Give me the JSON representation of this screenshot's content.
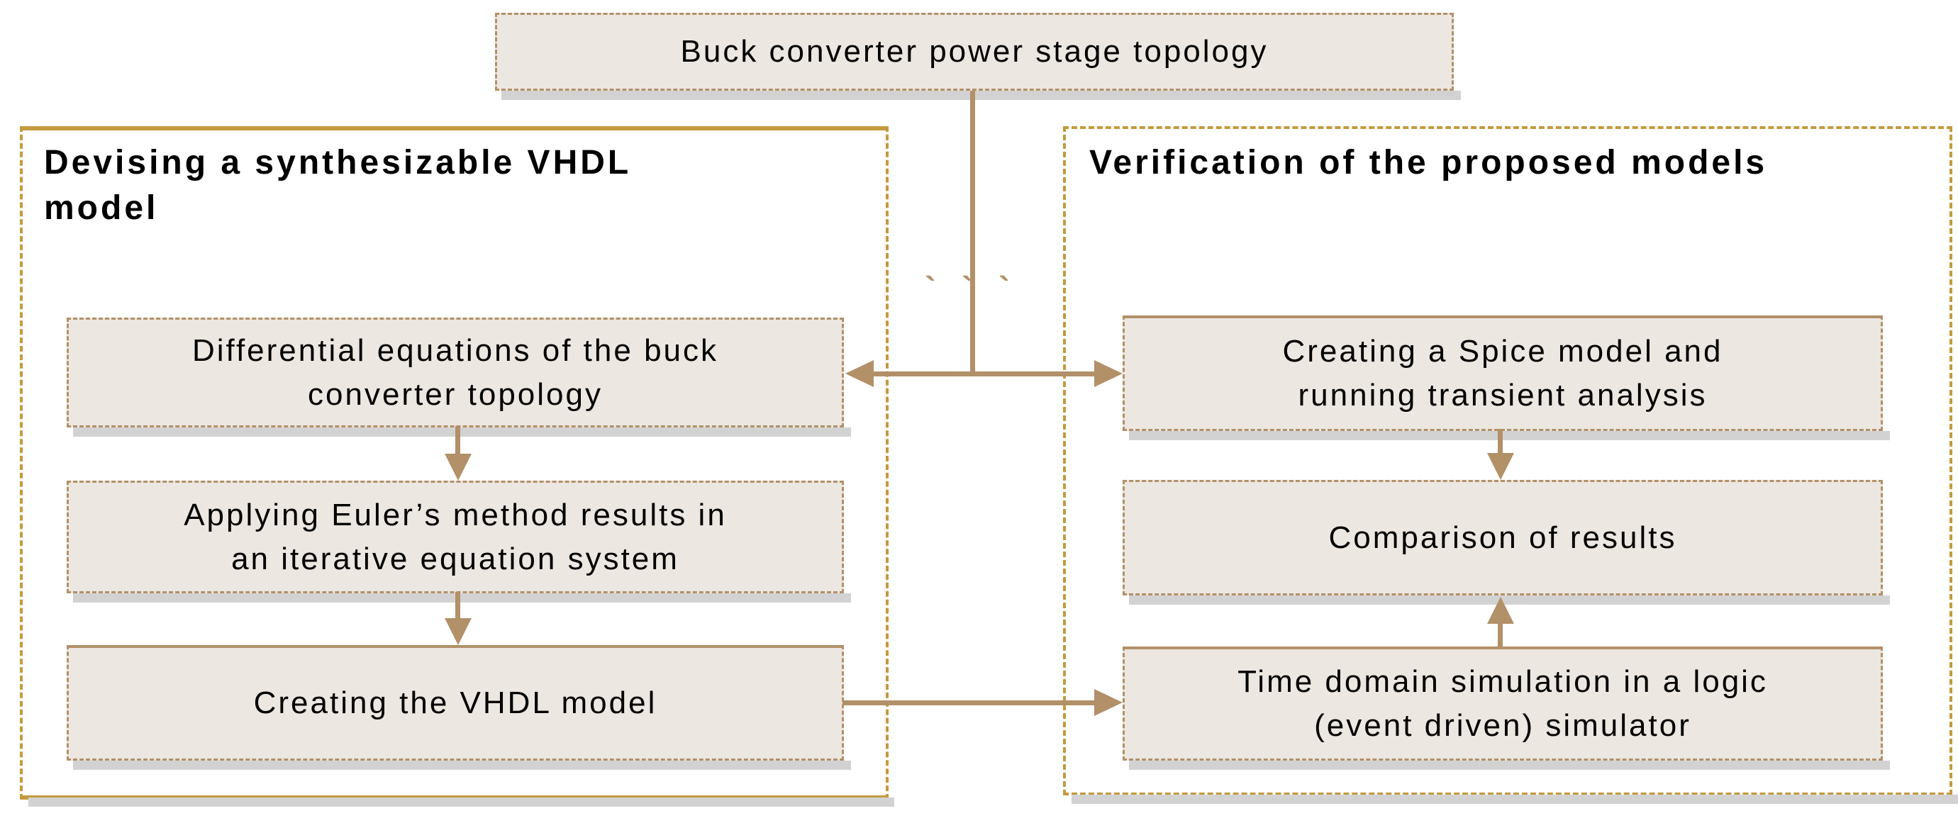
{
  "diagram": {
    "top_node": {
      "label": "Buck converter power stage topology",
      "lines": [
        "Buck converter power stage topology"
      ]
    },
    "left_section": {
      "title": "Devising a synthesizable VHDL model",
      "title_lines": [
        "Devising a synthesizable VHDL",
        "model"
      ],
      "nodes": [
        {
          "label": "Differential equations of the buck converter topology",
          "lines": [
            "Differential equations of the buck",
            "converter topology"
          ]
        },
        {
          "label": "Applying Euler’s method results in an iterative equation system",
          "lines": [
            "Applying Euler’s method results in",
            "an iterative equation system"
          ]
        },
        {
          "label": "Creating the VHDL model",
          "lines": [
            "Creating the VHDL model"
          ]
        }
      ]
    },
    "right_section": {
      "title": "Verification of the proposed models",
      "title_lines": [
        "Verification of the proposed models"
      ],
      "nodes": [
        {
          "label": "Creating a Spice model and running transient analysis",
          "lines": [
            "Creating a Spice model and",
            "running transient analysis"
          ]
        },
        {
          "label": "Comparison of results",
          "lines": [
            "Comparison of results"
          ]
        },
        {
          "label": "Time domain simulation in a logic (event driven) simulator",
          "lines": [
            "Time domain simulation in a logic",
            "(event driven) simulator"
          ]
        }
      ]
    },
    "connector_ticks": "` ` `",
    "colors": {
      "box_fill": "#ece7e1",
      "box_border": "#b29068",
      "arrow": "#b29068",
      "container_border": "#c49a3e",
      "shadow": "#d2d2d2",
      "text": "#000000"
    }
  }
}
